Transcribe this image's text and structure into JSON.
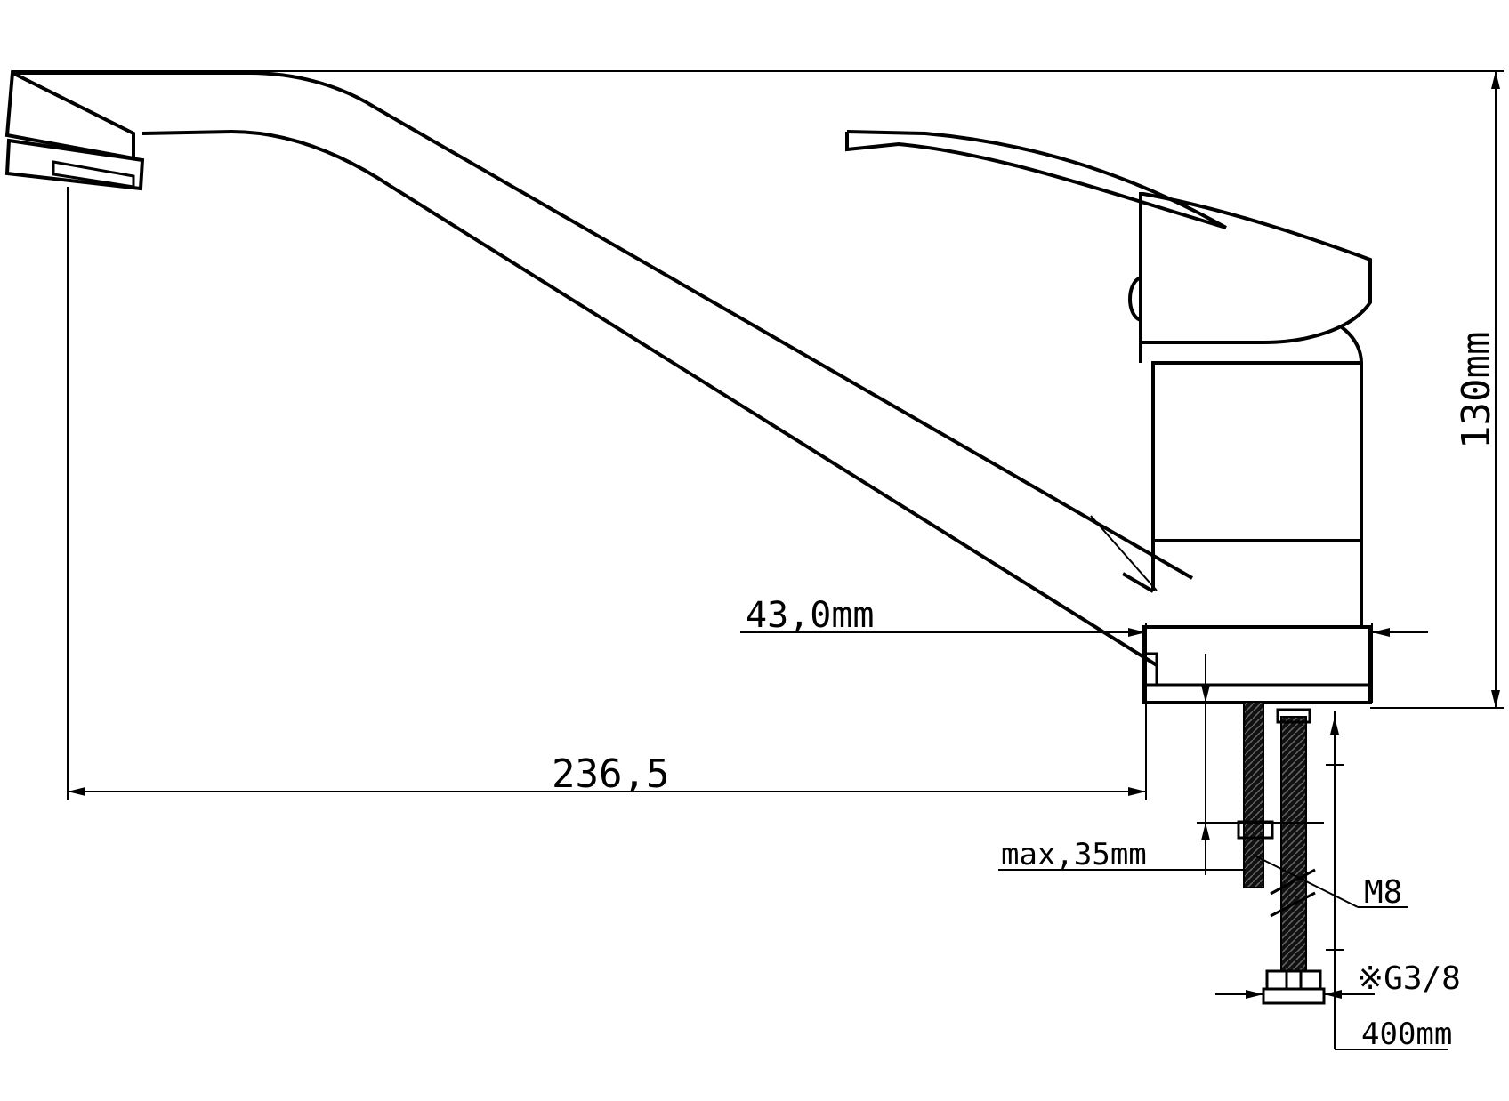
{
  "drawing": {
    "type": "technical-drawing",
    "subject": "single-lever faucet side view",
    "line_color": "#000000",
    "background_color": "#ffffff",
    "dimensions": {
      "height": "130mm",
      "spout_reach": "236,5",
      "base_diameter": "43,0mm",
      "max_countertop": "max,35mm",
      "stud_thread": "M8",
      "hose_connection": "※G3/8",
      "hose_length": "400mm"
    }
  }
}
